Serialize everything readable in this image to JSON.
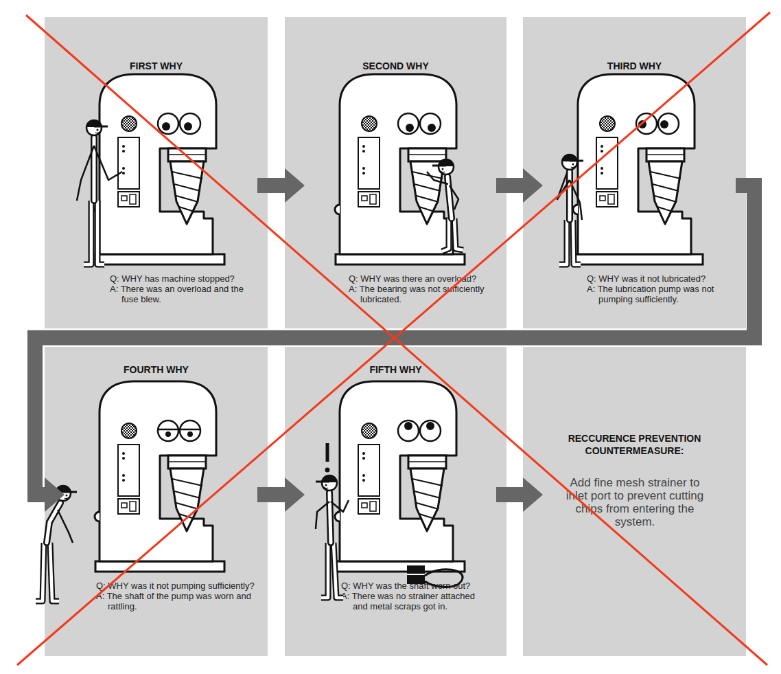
{
  "diagram": {
    "nodes": [
      {
        "text": [
          "FIRST WHY",
          "Q: WHY has machine stopped?",
          "A: There was an overload and the fuse blew."
        ]
      },
      {
        "text": [
          "SECOND WHY",
          "Q: WHY was there an overload?",
          "A: The bearing was not sufficiently lubricated."
        ]
      },
      {
        "text": [
          "THIRD WHY",
          "Q: WHY was it not lubricated?",
          "A: The lubrication pump was not pumping sufficiently."
        ]
      },
      {
        "text": [
          "FOURTH WHY",
          "Q: WHY was it not pumping sufficiently?",
          "A: The shaft of the pump was worn and rattling."
        ]
      },
      {
        "text": [
          "FIFTH WHY",
          "Q: WHY was the shaft worn out?",
          "A: There was no strainer attached and metal scraps got in."
        ]
      },
      {
        "text": [
          "RECCURENCE PREVENTION COUNTERMEASURE:",
          "Add fine mesh strainer to inlet port to prevent cutting chips from entering the system."
        ]
      }
    ],
    "edges": [
      {
        "from": 0,
        "to": 1,
        "arrow": "to"
      },
      {
        "from": 1,
        "to": 2,
        "arrow": "to"
      },
      {
        "from": 2,
        "to": 3,
        "arrow": "to"
      },
      {
        "from": 3,
        "to": 4,
        "arrow": "to"
      },
      {
        "from": 4,
        "to": 5,
        "arrow": "to"
      }
    ]
  }
}
